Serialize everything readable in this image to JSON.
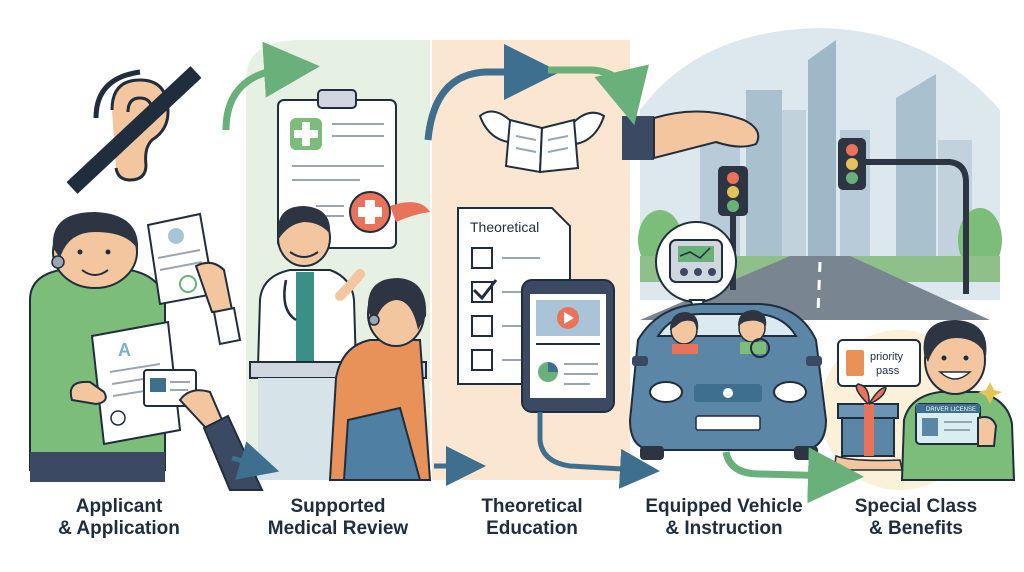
{
  "stages": [
    {
      "line1": "Applicant",
      "line2": "& Application"
    },
    {
      "line1": "Supported",
      "line2": "Medical Review"
    },
    {
      "line1": "Theoretical",
      "line2": "Education"
    },
    {
      "line1": "Equipped Vehicle",
      "line2": "& Instruction"
    },
    {
      "line1": "Special Class",
      "line2": "& Benefits"
    }
  ],
  "labels": {
    "worksheet_title": "Theoretical",
    "priority_pass_line1": "priority",
    "priority_pass_line2": "pass",
    "license_card_text": "DRIVER LICENSE"
  },
  "colors": {
    "green_bg": "#e6f1e4",
    "peach_bg": "#fbe3cc",
    "city_bg": "#dde8ee",
    "arrow_green": "#6ab07a",
    "arrow_blue": "#3f6f8f",
    "outline": "#1f2d3d"
  }
}
